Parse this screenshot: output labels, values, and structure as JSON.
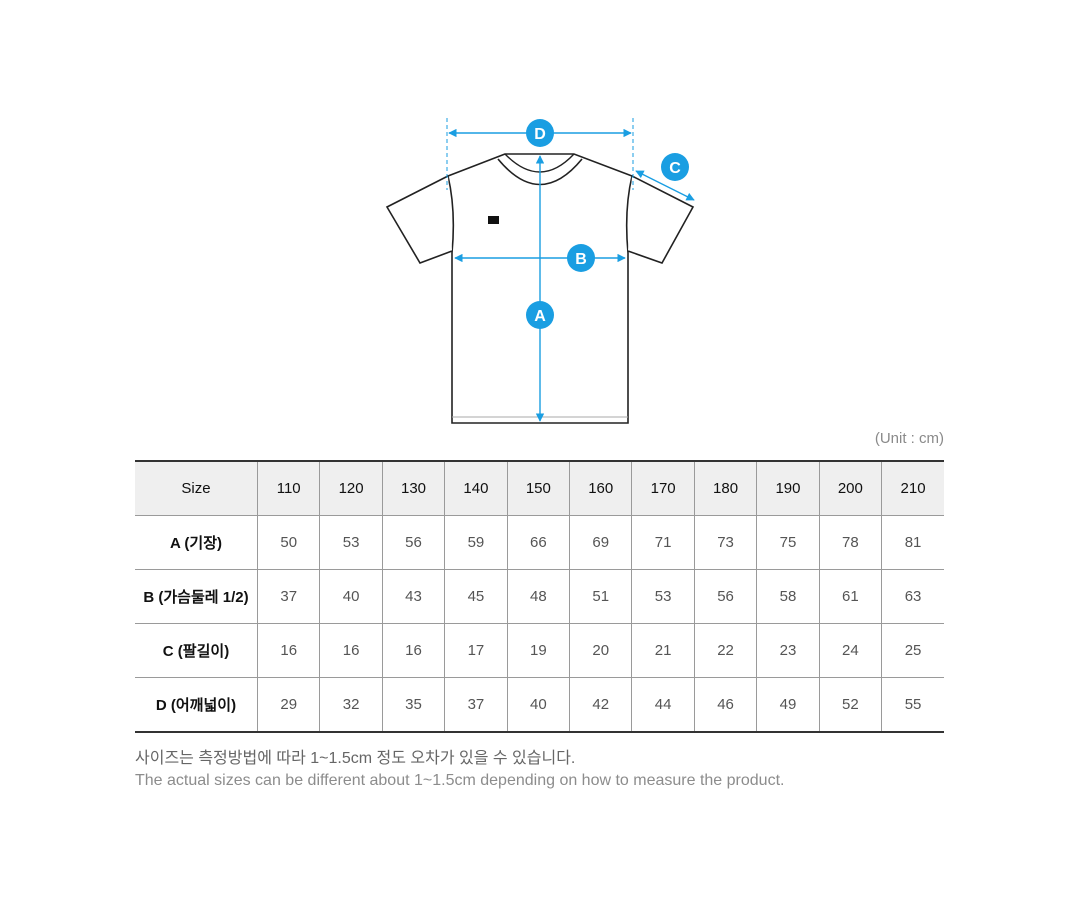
{
  "diagram": {
    "labels": {
      "a": "A",
      "b": "B",
      "c": "C",
      "d": "D"
    },
    "accent_color": "#1a9ee2",
    "logo_icon": "brand-logo-icon"
  },
  "unit_note": "(Unit : cm)",
  "table": {
    "header_label": "Size",
    "sizes": [
      "110",
      "120",
      "130",
      "140",
      "150",
      "160",
      "170",
      "180",
      "190",
      "200",
      "210"
    ],
    "rows": [
      {
        "label": "A (기장)",
        "values": [
          "50",
          "53",
          "56",
          "59",
          "66",
          "69",
          "71",
          "73",
          "75",
          "78",
          "81"
        ]
      },
      {
        "label": "B (가슴둘레 1/2)",
        "values": [
          "37",
          "40",
          "43",
          "45",
          "48",
          "51",
          "53",
          "56",
          "58",
          "61",
          "63"
        ]
      },
      {
        "label": "C (팔길이)",
        "values": [
          "16",
          "16",
          "16",
          "17",
          "19",
          "20",
          "21",
          "22",
          "23",
          "24",
          "25"
        ]
      },
      {
        "label": "D (어깨넓이)",
        "values": [
          "29",
          "32",
          "35",
          "37",
          "40",
          "42",
          "44",
          "46",
          "49",
          "52",
          "55"
        ]
      }
    ]
  },
  "notes": {
    "korean": "사이즈는 측정방법에 따라 1~1.5cm 정도 오차가 있을 수 있습니다.",
    "english": "The actual sizes can be different about 1~1.5cm depending on how to measure the product."
  }
}
